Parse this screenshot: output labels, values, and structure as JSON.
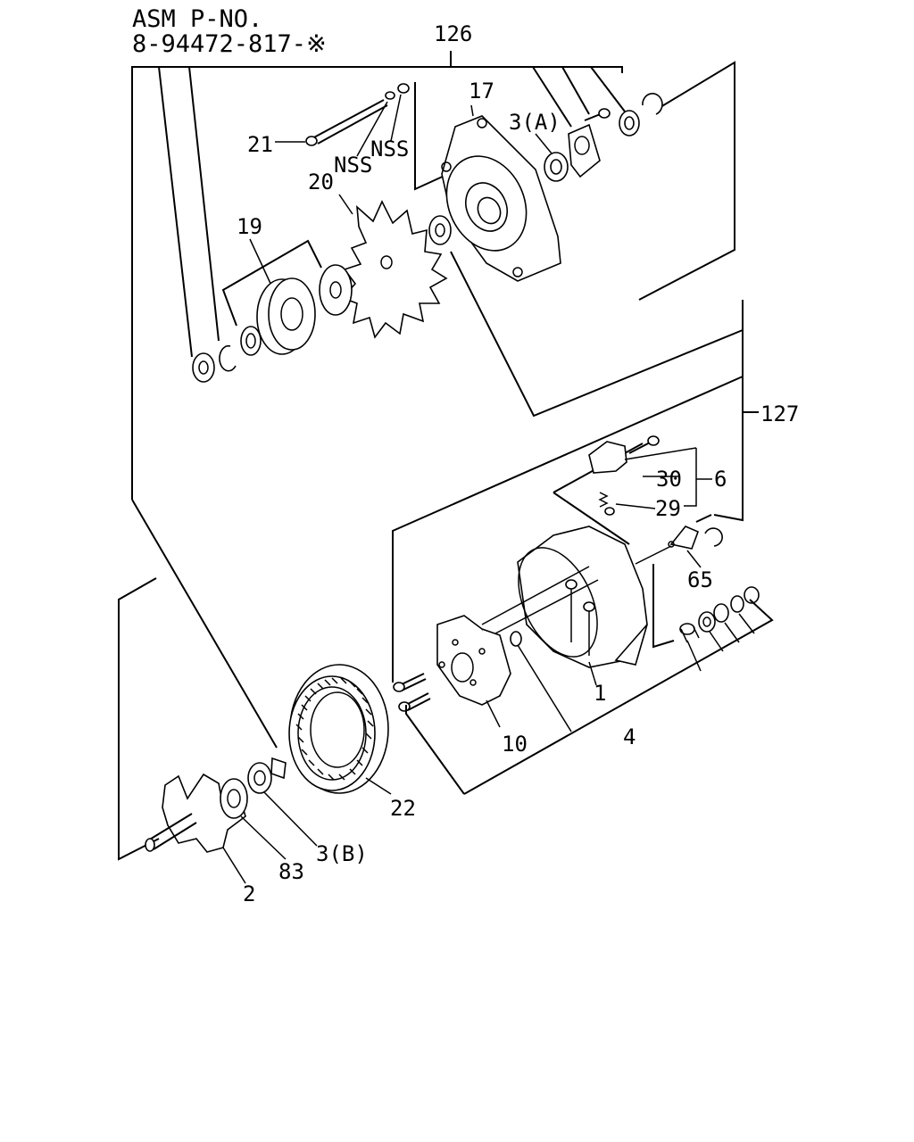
{
  "header": {
    "line1": "ASM P-NO.",
    "line2": "8-94472-817-※"
  },
  "labels": {
    "group_126": "126",
    "group_127": "127",
    "p17": "17",
    "p3a": "3(A)",
    "p21": "21",
    "nss1": "NSS",
    "nss2": "NSS",
    "p20": "20",
    "p19": "19",
    "p30": "30",
    "p6": "6",
    "p29": "29",
    "p65": "65",
    "p1": "1",
    "p4": "4",
    "p10": "10",
    "p22": "22",
    "p3b": "3(B)",
    "p83": "83",
    "p2": "2"
  }
}
